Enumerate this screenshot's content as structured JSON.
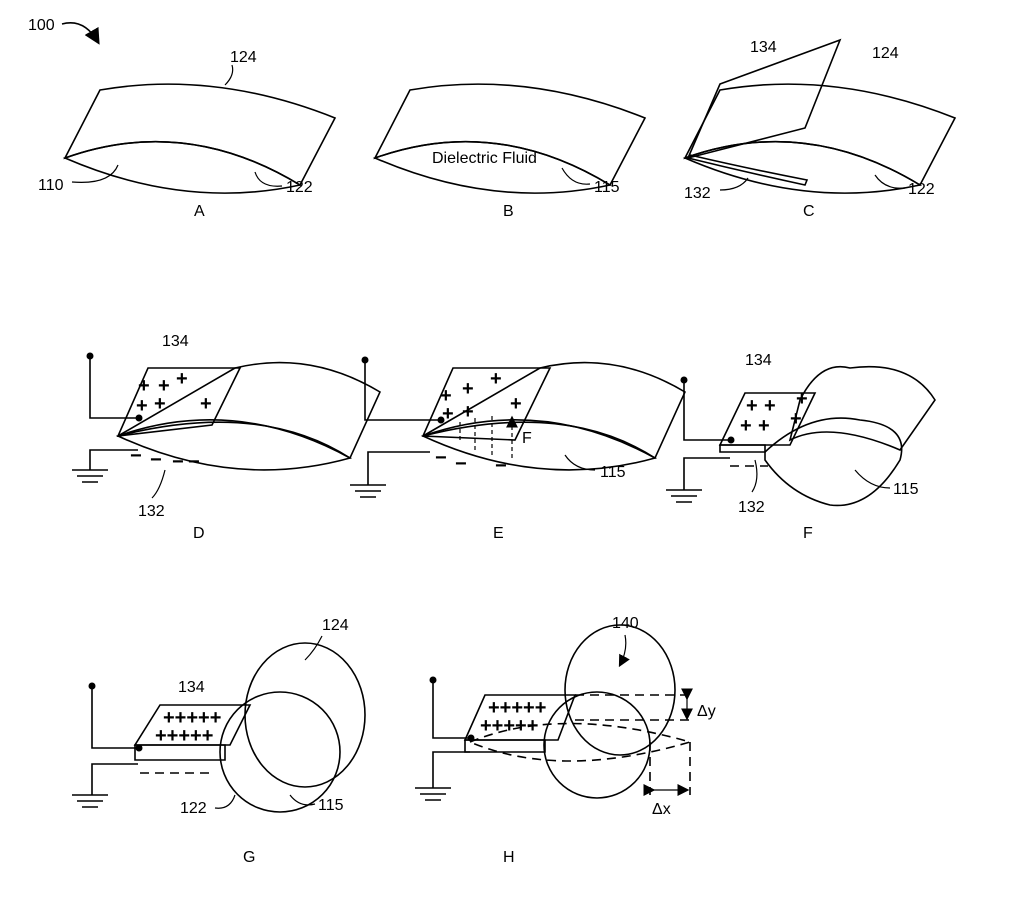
{
  "figure": {
    "ref": "100",
    "panels": {
      "A": {
        "caption": "A",
        "labels": {
          "top": "124",
          "left": "110",
          "bottom": "122"
        }
      },
      "B": {
        "caption": "B",
        "fluid_text": "Dielectric Fluid",
        "fluid_ref": "115"
      },
      "C": {
        "caption": "C",
        "labels": {
          "electrode": "134",
          "top": "124",
          "left": "132",
          "bottom": "122"
        }
      },
      "D": {
        "caption": "D",
        "labels": {
          "electrode": "134",
          "bottom": "132"
        },
        "plus": "+",
        "minus": "−"
      },
      "E": {
        "caption": "E",
        "labels": {
          "force": "F",
          "fluid": "115"
        },
        "plus": "+",
        "minus": "−"
      },
      "F": {
        "caption": "F",
        "labels": {
          "electrode": "134",
          "bottom": "132",
          "fluid": "115"
        },
        "plus": "+"
      },
      "G": {
        "caption": "G",
        "labels": {
          "top": "124",
          "electrode": "134",
          "bottom": "122",
          "fluid": "115"
        },
        "plus_row": "+++++"
      },
      "H": {
        "caption": "H",
        "labels": {
          "ref": "140",
          "dy": "Δy",
          "dx": "Δx"
        },
        "plus_row": "+++++"
      }
    }
  }
}
